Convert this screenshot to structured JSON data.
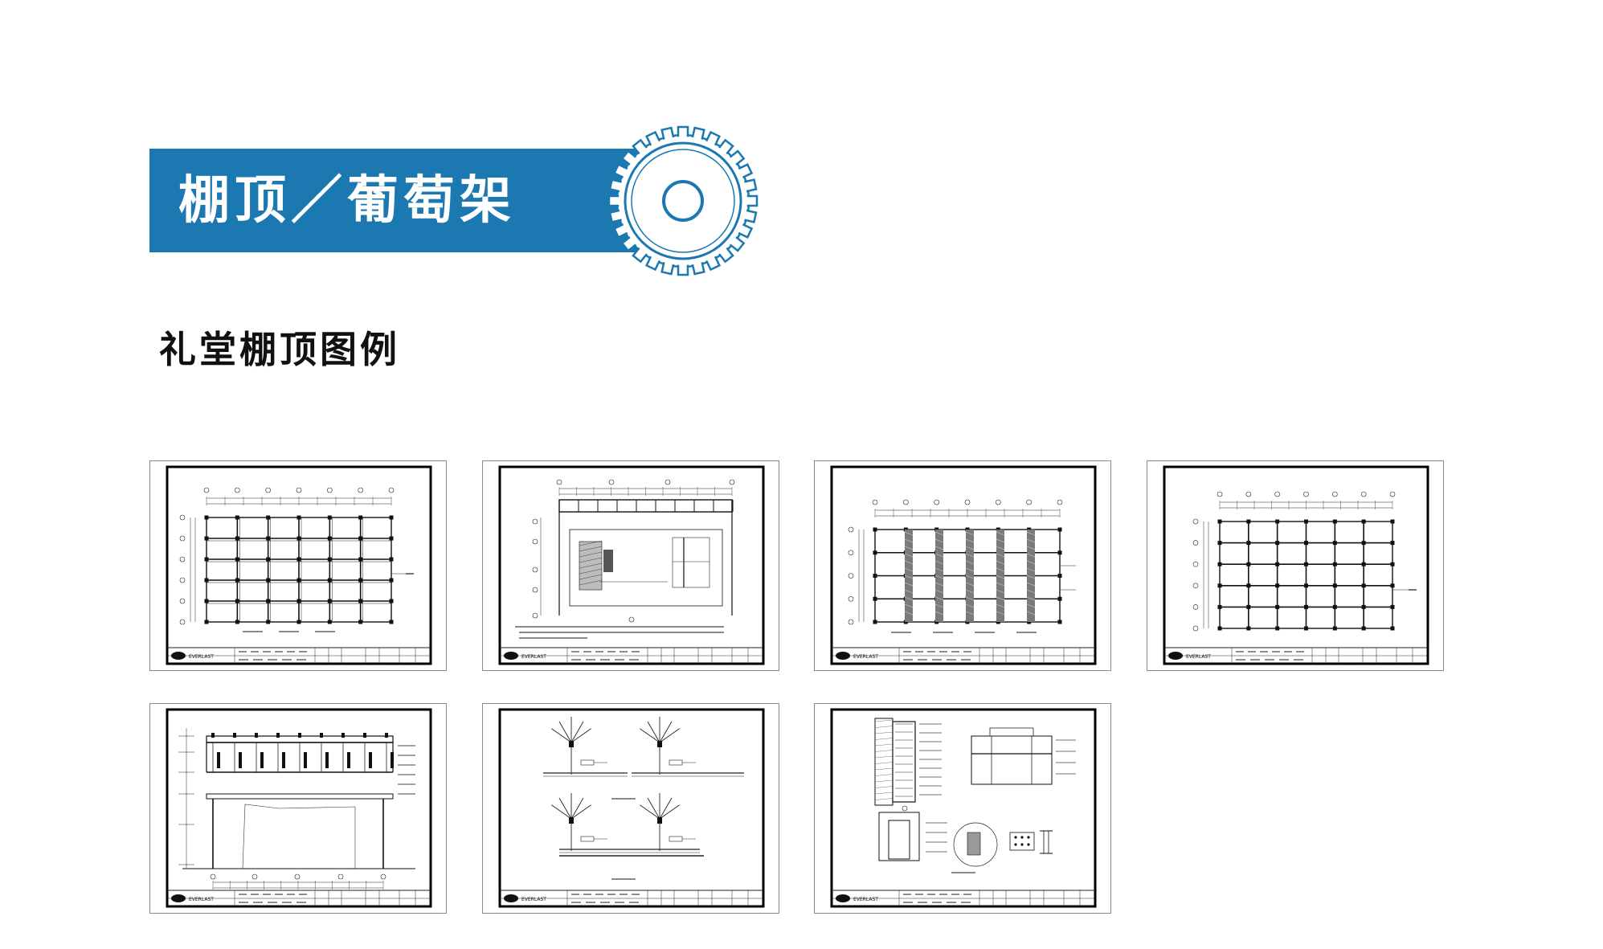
{
  "header": {
    "banner_title": "棚顶／葡萄架",
    "accent_color": "#1b78b0",
    "icon": "gear-icon"
  },
  "section": {
    "title": "礼堂棚顶图例"
  },
  "drawings": [
    {
      "id": "sheet-1",
      "kind": "grid-plan"
    },
    {
      "id": "sheet-2",
      "kind": "plan-with-detail"
    },
    {
      "id": "sheet-3",
      "kind": "striped-plan"
    },
    {
      "id": "sheet-4",
      "kind": "grid-plan"
    },
    {
      "id": "sheet-5",
      "kind": "elevation"
    },
    {
      "id": "sheet-6",
      "kind": "node-details"
    },
    {
      "id": "sheet-7",
      "kind": "section-details"
    }
  ],
  "title_block": {
    "brand": "EVERLAST"
  }
}
